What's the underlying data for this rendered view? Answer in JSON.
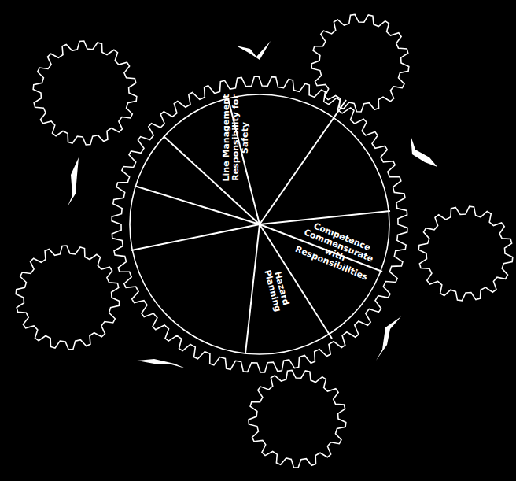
{
  "diagram": {
    "labels": [
      "Line Management Responsibility for Safety",
      "Competence Commensurate with Responsibilities",
      "Hazard Planning"
    ]
  }
}
